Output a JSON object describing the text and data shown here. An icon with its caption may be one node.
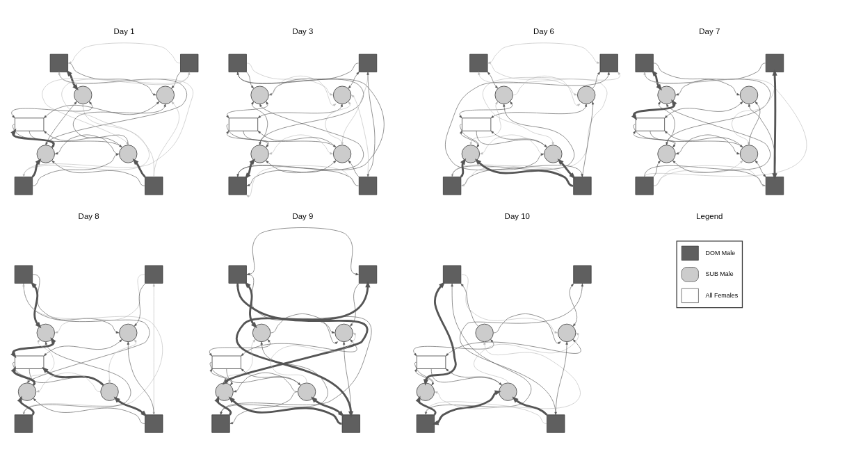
{
  "diagram": {
    "nodes": [
      {
        "text": [],
        "shape": "box"
      },
      {
        "text": [],
        "shape": "box"
      },
      {
        "text": [],
        "shape": "circle"
      },
      {
        "text": [],
        "shape": "circle"
      },
      {
        "text": [],
        "shape": "box"
      },
      {
        "text": [],
        "shape": "circle"
      },
      {
        "text": [],
        "shape": "circle"
      },
      {
        "text": [],
        "shape": "box"
      },
      {
        "text": [],
        "shape": "box"
      },
      {
        "text": [],
        "shape": "box"
      },
      {
        "text": [],
        "shape": "box"
      },
      {
        "text": [],
        "shape": "circle"
      },
      {
        "text": [],
        "shape": "circle"
      },
      {
        "text": [],
        "shape": "box"
      },
      {
        "text": [],
        "shape": "circle"
      },
      {
        "text": [],
        "shape": "circle"
      },
      {
        "text": [],
        "shape": "box"
      },
      {
        "text": [],
        "shape": "box"
      },
      {
        "text": [],
        "shape": "box"
      },
      {
        "text": [],
        "shape": "box"
      },
      {
        "text": [],
        "shape": "circle"
      },
      {
        "text": [],
        "shape": "circle"
      },
      {
        "text": [],
        "shape": "box"
      },
      {
        "text": [],
        "shape": "circle"
      },
      {
        "text": [],
        "shape": "circle"
      },
      {
        "text": [],
        "shape": "box"
      },
      {
        "text": [],
        "shape": "box"
      },
      {
        "text": [],
        "shape": "box"
      },
      {
        "text": [],
        "shape": "box"
      },
      {
        "text": [],
        "shape": "circle"
      },
      {
        "text": [],
        "shape": "circle"
      },
      {
        "text": [],
        "shape": "box"
      },
      {
        "text": [],
        "shape": "circle"
      },
      {
        "text": [],
        "shape": "circle"
      },
      {
        "text": [],
        "shape": "box"
      },
      {
        "text": [],
        "shape": "box"
      },
      {
        "text": [],
        "shape": "box"
      },
      {
        "text": [],
        "shape": "box"
      },
      {
        "text": [],
        "shape": "circle"
      },
      {
        "text": [],
        "shape": "circle"
      },
      {
        "text": [],
        "shape": "box"
      },
      {
        "text": [],
        "shape": "circle"
      },
      {
        "text": [],
        "shape": "circle"
      },
      {
        "text": [],
        "shape": "box"
      },
      {
        "text": [],
        "shape": "box"
      },
      {
        "text": [],
        "shape": "box"
      },
      {
        "text": [],
        "shape": "box"
      },
      {
        "text": [],
        "shape": "circle"
      },
      {
        "text": [],
        "shape": "circle"
      },
      {
        "text": [],
        "shape": "box"
      },
      {
        "text": [],
        "shape": "circle"
      },
      {
        "text": [],
        "shape": "circle"
      },
      {
        "text": [],
        "shape": "box"
      },
      {
        "text": [],
        "shape": "box"
      },
      {
        "text": [],
        "shape": "box"
      },
      {
        "text": [],
        "shape": "box"
      },
      {
        "text": [],
        "shape": "circle"
      },
      {
        "text": [],
        "shape": "circle"
      },
      {
        "text": [],
        "shape": "box"
      },
      {
        "text": [],
        "shape": "circle"
      },
      {
        "text": [],
        "shape": "circle"
      },
      {
        "text": [],
        "shape": "box"
      },
      {
        "text": [],
        "shape": "box"
      }
    ],
    "edges": [
      {
        "from": 1,
        "to": 0,
        "arrow": "to",
        "color": "#bbbbbb"
      },
      {
        "from": 0,
        "to": 3,
        "arrow": "to"
      },
      {
        "from": 0,
        "to": 2,
        "arrow": "both",
        "style": "thick"
      },
      {
        "from": 0,
        "to": 7,
        "arrow": "both",
        "color": "#bbbbbb"
      },
      {
        "from": 0,
        "to": 5,
        "arrow": "to"
      },
      {
        "from": 7,
        "to": 2,
        "arrow": "to",
        "color": "#bbbbbb"
      },
      {
        "from": 1,
        "to": 3,
        "arrow": "to"
      },
      {
        "from": 8,
        "to": 1,
        "arrow": "to",
        "color": "#bbbbbb"
      },
      {
        "from": 1,
        "to": 6,
        "arrow": "to",
        "color": "#bbbbbb"
      },
      {
        "from": 2,
        "to": 4,
        "arrow": "both"
      },
      {
        "from": 3,
        "to": 4,
        "arrow": "both"
      },
      {
        "from": 5,
        "to": 2,
        "arrow": "to"
      },
      {
        "from": 6,
        "to": 3,
        "arrow": "to"
      },
      {
        "from": 5,
        "to": 4,
        "arrow": "to",
        "style": "thick"
      },
      {
        "from": 4,
        "to": 5,
        "arrow": "to"
      },
      {
        "from": 4,
        "to": 6,
        "arrow": "to"
      },
      {
        "from": 6,
        "to": 4,
        "arrow": "to"
      },
      {
        "from": 6,
        "to": 5,
        "arrow": "to"
      },
      {
        "from": 7,
        "to": 5,
        "arrow": "to",
        "style": "thick"
      },
      {
        "from": 7,
        "to": 6,
        "arrow": "to"
      },
      {
        "from": 8,
        "to": 5,
        "arrow": "to"
      },
      {
        "from": 8,
        "to": 6,
        "arrow": "to",
        "style": "thick"
      },
      {
        "from": 8,
        "to": 3,
        "arrow": "to",
        "color": "#bbbbbb"
      },
      {
        "from": 9,
        "to": 12,
        "arrow": "to",
        "color": "#bbbbbb"
      },
      {
        "from": 9,
        "to": 11,
        "arrow": "to"
      },
      {
        "from": 9,
        "to": 16,
        "arrow": "both"
      },
      {
        "from": 9,
        "to": 14,
        "arrow": "to"
      },
      {
        "from": 16,
        "to": 11,
        "arrow": "to"
      },
      {
        "from": 10,
        "to": 11,
        "arrow": "to"
      },
      {
        "from": 10,
        "to": 12,
        "arrow": "both"
      },
      {
        "from": 10,
        "to": 17,
        "arrow": "both"
      },
      {
        "from": 10,
        "to": 15,
        "arrow": "to",
        "color": "#bbbbbb"
      },
      {
        "from": 11,
        "to": 12,
        "arrow": "to",
        "color": "#bbbbbb"
      },
      {
        "from": 11,
        "to": 13,
        "arrow": "both"
      },
      {
        "from": 12,
        "to": 13,
        "arrow": "both"
      },
      {
        "from": 14,
        "to": 11,
        "arrow": "to"
      },
      {
        "from": 15,
        "to": 12,
        "arrow": "to",
        "color": "#bbbbbb"
      },
      {
        "from": 14,
        "to": 13,
        "arrow": "to"
      },
      {
        "from": 13,
        "to": 14,
        "arrow": "to"
      },
      {
        "from": 15,
        "to": 13,
        "arrow": "to"
      },
      {
        "from": 13,
        "to": 15,
        "arrow": "to"
      },
      {
        "from": 14,
        "to": 15,
        "arrow": "both",
        "color": "#bbbbbb"
      },
      {
        "from": 16,
        "to": 14,
        "arrow": "both",
        "style": "thick"
      },
      {
        "from": 16,
        "to": 15,
        "arrow": "both"
      },
      {
        "from": 17,
        "to": 14,
        "arrow": "to"
      },
      {
        "from": 17,
        "to": 15,
        "arrow": "to"
      },
      {
        "from": 17,
        "to": 16,
        "arrow": "to",
        "color": "#bbbbbb"
      },
      {
        "from": 17,
        "to": 12,
        "arrow": "to",
        "color": "#bbbbbb"
      },
      {
        "from": 18,
        "to": 19,
        "arrow": "both",
        "color": "#bbbbbb"
      },
      {
        "from": 18,
        "to": 21,
        "arrow": "to",
        "color": "#bbbbbb"
      },
      {
        "from": 18,
        "to": 20,
        "arrow": "both"
      },
      {
        "from": 18,
        "to": 25,
        "arrow": "both",
        "color": "#bbbbbb"
      },
      {
        "from": 25,
        "to": 20,
        "arrow": "to"
      },
      {
        "from": 21,
        "to": 19,
        "arrow": "to"
      },
      {
        "from": 19,
        "to": 26,
        "arrow": "both"
      },
      {
        "from": 24,
        "to": 19,
        "arrow": "both",
        "color": "#bbbbbb"
      },
      {
        "from": 20,
        "to": 21,
        "arrow": "to",
        "color": "#bbbbbb"
      },
      {
        "from": 20,
        "to": 22,
        "arrow": "both"
      },
      {
        "from": 21,
        "to": 22,
        "arrow": "both"
      },
      {
        "from": 20,
        "to": 23,
        "arrow": "both",
        "color": "#bbbbbb"
      },
      {
        "from": 23,
        "to": 22,
        "arrow": "to"
      },
      {
        "from": 22,
        "to": 23,
        "arrow": "to"
      },
      {
        "from": 22,
        "to": 24,
        "arrow": "to"
      },
      {
        "from": 24,
        "to": 22,
        "arrow": "to"
      },
      {
        "from": 24,
        "to": 23,
        "arrow": "to",
        "color": "#bbbbbb"
      },
      {
        "from": 25,
        "to": 23,
        "arrow": "to",
        "style": "thick"
      },
      {
        "from": 25,
        "to": 24,
        "arrow": "to"
      },
      {
        "from": 25,
        "to": 26,
        "arrow": "both",
        "color": "#bbbbbb"
      },
      {
        "from": 26,
        "to": 23,
        "arrow": "to",
        "style": "thick"
      },
      {
        "from": 26,
        "to": 24,
        "arrow": "both",
        "style": "thick"
      },
      {
        "from": 26,
        "to": 21,
        "arrow": "to"
      },
      {
        "from": 27,
        "to": 30,
        "arrow": "to"
      },
      {
        "from": 27,
        "to": 29,
        "arrow": "both",
        "style": "thick"
      },
      {
        "from": 34,
        "to": 27,
        "arrow": "to",
        "color": "#bbbbbb"
      },
      {
        "from": 27,
        "to": 32,
        "arrow": "to"
      },
      {
        "from": 34,
        "to": 29,
        "arrow": "to"
      },
      {
        "from": 28,
        "to": 29,
        "arrow": "to"
      },
      {
        "from": 28,
        "to": 33,
        "arrow": "to",
        "color": "#bbbbbb"
      },
      {
        "from": 35,
        "to": 30,
        "arrow": "to"
      },
      {
        "from": 35,
        "to": 28,
        "arrow": "both",
        "style": "thick"
      },
      {
        "from": 29,
        "to": 31,
        "arrow": "both",
        "style": "thick"
      },
      {
        "from": 30,
        "to": 31,
        "arrow": "both"
      },
      {
        "from": 32,
        "to": 29,
        "arrow": "to"
      },
      {
        "from": 33,
        "to": 30,
        "arrow": "to"
      },
      {
        "from": 32,
        "to": 31,
        "arrow": "to"
      },
      {
        "from": 31,
        "to": 32,
        "arrow": "to"
      },
      {
        "from": 31,
        "to": 33,
        "arrow": "to"
      },
      {
        "from": 33,
        "to": 31,
        "arrow": "to"
      },
      {
        "from": 32,
        "to": 33,
        "arrow": "both"
      },
      {
        "from": 34,
        "to": 32,
        "arrow": "to"
      },
      {
        "from": 34,
        "to": 33,
        "arrow": "to",
        "color": "#bbbbbb"
      },
      {
        "from": 34,
        "to": 35,
        "arrow": "to",
        "color": "#bbbbbb"
      },
      {
        "from": 35,
        "to": 32,
        "arrow": "to"
      },
      {
        "from": 35,
        "to": 33,
        "arrow": "both"
      },
      {
        "from": 36,
        "to": 39,
        "arrow": "to"
      },
      {
        "from": 36,
        "to": 38,
        "arrow": "both",
        "style": "thick"
      },
      {
        "from": 36,
        "to": 43,
        "arrow": "both",
        "color": "#bbbbbb"
      },
      {
        "from": 36,
        "to": 41,
        "arrow": "to"
      },
      {
        "from": 43,
        "to": 38,
        "arrow": "to"
      },
      {
        "from": 37,
        "to": 38,
        "arrow": "to",
        "color": "#bbbbbb"
      },
      {
        "from": 37,
        "to": 39,
        "arrow": "to"
      },
      {
        "from": 37,
        "to": 44,
        "arrow": "both",
        "color": "#bbbbbb"
      },
      {
        "from": 44,
        "to": 39,
        "arrow": "to"
      },
      {
        "from": 38,
        "to": 40,
        "arrow": "both",
        "style": "thick"
      },
      {
        "from": 39,
        "to": 40,
        "arrow": "both"
      },
      {
        "from": 41,
        "to": 38,
        "arrow": "to",
        "color": "#bbbbbb"
      },
      {
        "from": 39,
        "to": 42,
        "arrow": "both",
        "color": "#bbbbbb"
      },
      {
        "from": 41,
        "to": 40,
        "arrow": "to",
        "style": "thick"
      },
      {
        "from": 40,
        "to": 41,
        "arrow": "to"
      },
      {
        "from": 40,
        "to": 42,
        "arrow": "to"
      },
      {
        "from": 42,
        "to": 40,
        "arrow": "to",
        "style": "thick"
      },
      {
        "from": 42,
        "to": 41,
        "arrow": "to",
        "color": "#bbbbbb"
      },
      {
        "from": 43,
        "to": 41,
        "arrow": "to",
        "style": "thick"
      },
      {
        "from": 44,
        "to": 41,
        "arrow": "to"
      },
      {
        "from": 44,
        "to": 42,
        "arrow": "both",
        "style": "thick"
      },
      {
        "from": 45,
        "to": 46,
        "arrow": "both"
      },
      {
        "from": 45,
        "to": 48,
        "arrow": "to"
      },
      {
        "from": 45,
        "to": 47,
        "arrow": "both",
        "style": "thick"
      },
      {
        "from": 45,
        "to": 52,
        "arrow": "both"
      },
      {
        "from": 45,
        "to": 50,
        "arrow": "to",
        "style": "thick"
      },
      {
        "from": 52,
        "to": 47,
        "arrow": "to"
      },
      {
        "from": 46,
        "to": 48,
        "arrow": "to"
      },
      {
        "from": 46,
        "to": 53,
        "arrow": "both",
        "style": "thick"
      },
      {
        "from": 53,
        "to": 48,
        "arrow": "to"
      },
      {
        "from": 47,
        "to": 48,
        "arrow": "to"
      },
      {
        "from": 47,
        "to": 49,
        "arrow": "both"
      },
      {
        "from": 48,
        "to": 49,
        "arrow": "both"
      },
      {
        "from": 50,
        "to": 47,
        "arrow": "to",
        "color": "#bbbbbb"
      },
      {
        "from": 51,
        "to": 48,
        "arrow": "to",
        "color": "#bbbbbb"
      },
      {
        "from": 50,
        "to": 49,
        "arrow": "to"
      },
      {
        "from": 49,
        "to": 50,
        "arrow": "to"
      },
      {
        "from": 49,
        "to": 51,
        "arrow": "to"
      },
      {
        "from": 51,
        "to": 49,
        "arrow": "to"
      },
      {
        "from": 51,
        "to": 50,
        "arrow": "to"
      },
      {
        "from": 52,
        "to": 50,
        "arrow": "to",
        "style": "thick"
      },
      {
        "from": 51,
        "to": 52,
        "arrow": "to"
      },
      {
        "from": 53,
        "to": 50,
        "arrow": "to",
        "style": "thick"
      },
      {
        "from": 53,
        "to": 51,
        "arrow": "both",
        "style": "thick"
      },
      {
        "from": 54,
        "to": 57,
        "arrow": "to",
        "color": "#bbbbbb"
      },
      {
        "from": 56,
        "to": 54,
        "arrow": "to"
      },
      {
        "from": 54,
        "to": 61,
        "arrow": "both"
      },
      {
        "from": 54,
        "to": 59,
        "arrow": "both",
        "style": "thick"
      },
      {
        "from": 61,
        "to": 56,
        "arrow": "to",
        "color": "#bbbbbb"
      },
      {
        "from": 55,
        "to": 57,
        "arrow": "both"
      },
      {
        "from": 55,
        "to": 62,
        "arrow": "both"
      },
      {
        "from": 62,
        "to": 57,
        "arrow": "to"
      },
      {
        "from": 56,
        "to": 57,
        "arrow": "to"
      },
      {
        "from": 56,
        "to": 58,
        "arrow": "both"
      },
      {
        "from": 57,
        "to": 58,
        "arrow": "both"
      },
      {
        "from": 60,
        "to": 57,
        "arrow": "to",
        "color": "#bbbbbb"
      },
      {
        "from": 59,
        "to": 58,
        "arrow": "to"
      },
      {
        "from": 58,
        "to": 59,
        "arrow": "to"
      },
      {
        "from": 58,
        "to": 60,
        "arrow": "to"
      },
      {
        "from": 60,
        "to": 58,
        "arrow": "to"
      },
      {
        "from": 61,
        "to": 59,
        "arrow": "to",
        "style": "thick"
      },
      {
        "from": 61,
        "to": 60,
        "arrow": "both",
        "style": "thick"
      },
      {
        "from": 62,
        "to": 59,
        "arrow": "to",
        "color": "#bbbbbb"
      },
      {
        "from": 62,
        "to": 60,
        "arrow": "to",
        "style": "thick"
      }
    ],
    "labels": [
      "Day 1",
      "Day 3",
      "Day 6",
      "Day 7",
      "Day 8",
      "Day 9",
      "Day 10",
      "Legend"
    ],
    "legend": [
      {
        "text": "DOM Male"
      },
      {
        "text": "SUB Male"
      },
      {
        "text": "All Females"
      }
    ]
  }
}
